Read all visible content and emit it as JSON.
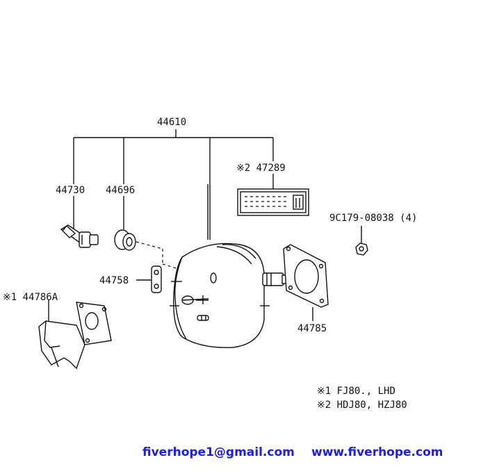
{
  "parts": {
    "assembly": "44610",
    "check_valve": "44730",
    "grommet": "44696",
    "clevis": "44758",
    "bracket": "※1 44786A",
    "label_plate": "※2 47289",
    "nut": "9C179-08038 (4)",
    "gasket": "44785"
  },
  "notes": [
    "※1 FJ80., LHD",
    "※2 HDJ80, HZJ80"
  ],
  "contact": {
    "email": "fiverhope1@gmail.com",
    "website": "www.fiverhope.com"
  },
  "colors": {
    "line": "#111111",
    "contact": "#1a1aff"
  }
}
